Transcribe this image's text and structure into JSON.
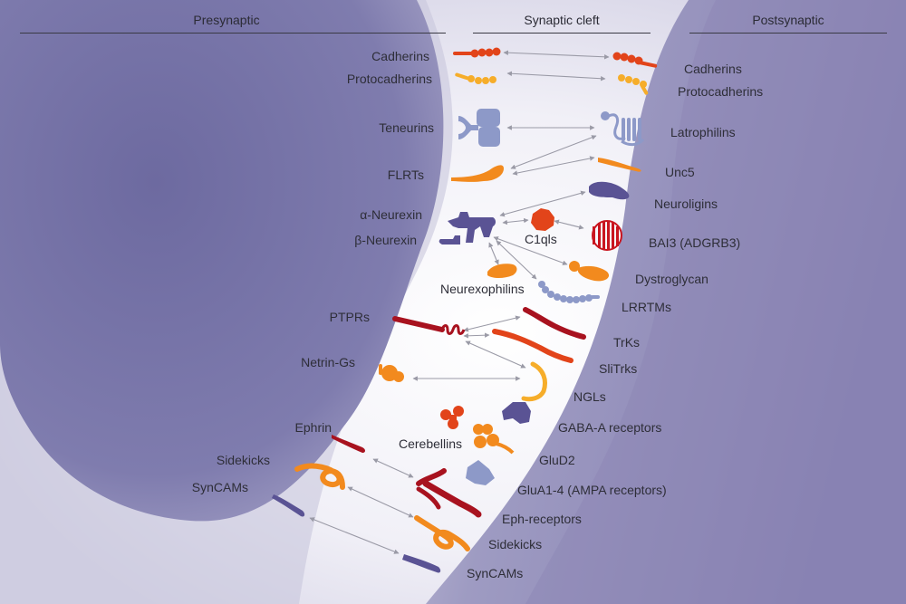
{
  "headers": {
    "presynaptic": "Presynaptic",
    "cleft": "Synaptic cleft",
    "postsynaptic": "Postsynaptic"
  },
  "pre_labels": {
    "cadherins": "Cadherins",
    "protocadherins": "Protocadherins",
    "teneurins": "Teneurins",
    "flrts": "FLRTs",
    "alpha_neurexin": "α-Neurexin",
    "beta_neurexin": "β-Neurexin",
    "ptprs": "PTPRs",
    "netrin_gs": "Netrin-Gs",
    "ephrin": "Ephrin",
    "sidekicks": "Sidekicks",
    "syncams": "SynCAMs"
  },
  "cleft_labels": {
    "c1qls": "C1qls",
    "neurexophilins": "Neurexophilins",
    "cerebellins": "Cerebellins"
  },
  "post_labels": {
    "cadherins": "Cadherins",
    "protocadherins": "Protocadherins",
    "latrophilins": "Latrophilins",
    "unc5": "Unc5",
    "neuroligins": "Neuroligins",
    "bai3": "BAI3 (ADGRB3)",
    "dystroglycan": "Dystroglycan",
    "lrrtms": "LRRTMs",
    "trks": "TrKs",
    "slitrks": "SliTrks",
    "ngls": "NGLs",
    "gaba_a": "GABA-A receptors",
    "glud2": "GluD2",
    "glua": "GluA1-4 (AMPA receptors)",
    "eph_receptors": "Eph-receptors",
    "sidekicks": "Sidekicks",
    "syncams": "SynCAMs"
  },
  "colors": {
    "membrane": "#8c86b4",
    "dark_red": "#a8121f",
    "red_orange": "#e2441a",
    "orange": "#f28a1e",
    "light_orange": "#f6ad2a",
    "slate_blue": "#8d99c8",
    "dark_purple": "#5a5394",
    "arrow": "#9a9aa6"
  }
}
